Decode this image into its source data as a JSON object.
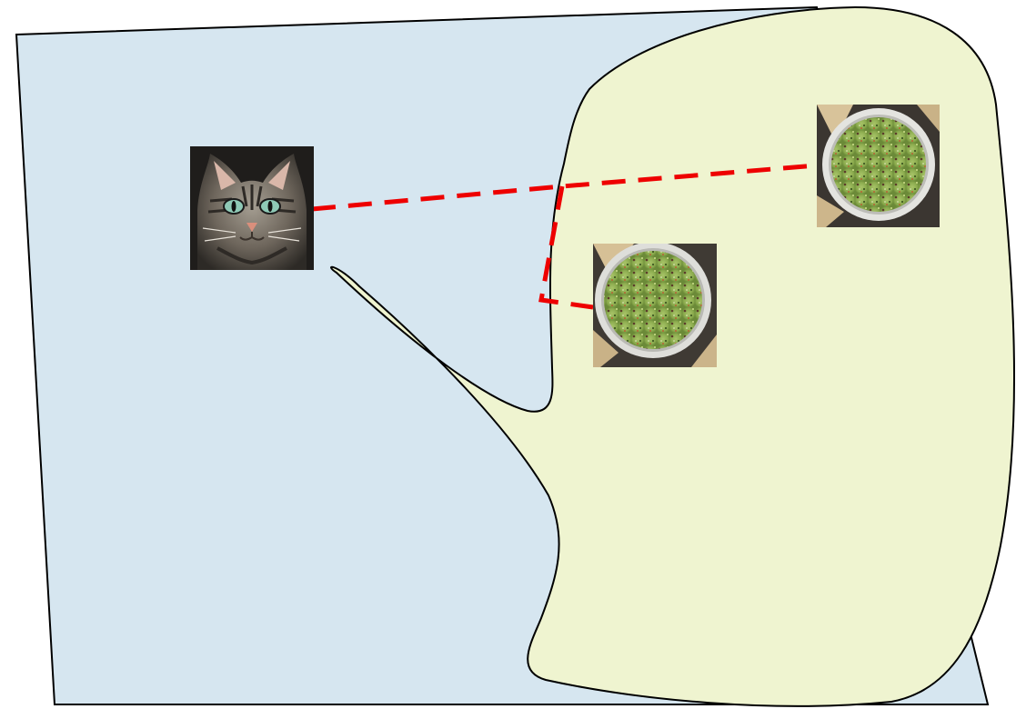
{
  "diagram": {
    "regions": [
      {
        "name": "blue-region",
        "color": "#d6e6f0"
      },
      {
        "name": "yellow-region",
        "color": "#eff4d0"
      }
    ],
    "outline_color": "#000000",
    "connector_color": "#ee0000",
    "nodes": [
      {
        "name": "cat-photo",
        "icon": "cat-face-icon",
        "region": "blue-region"
      },
      {
        "name": "guacamole-photo-top",
        "icon": "guacamole-bowl-icon",
        "region": "yellow-region"
      },
      {
        "name": "guacamole-photo-middle",
        "icon": "guacamole-bowl-icon",
        "region": "yellow-region"
      }
    ],
    "connectors": [
      {
        "from": "cat-photo",
        "to": "guacamole-photo-top",
        "style": "dashed"
      },
      {
        "from": "cat-photo",
        "to": "guacamole-photo-middle",
        "style": "dashed"
      }
    ]
  }
}
